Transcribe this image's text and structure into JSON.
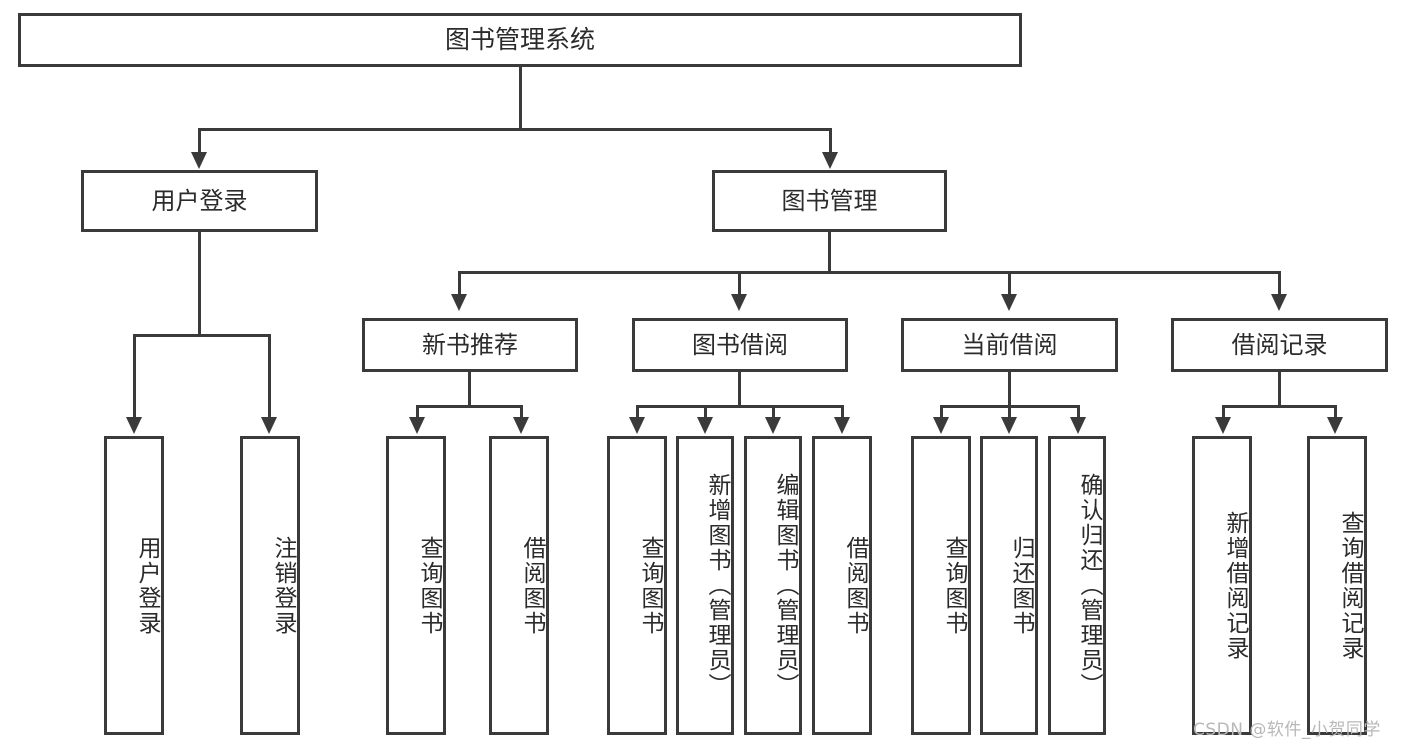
{
  "diagram": {
    "title": "图书管理系统",
    "type": "tree-hierarchy",
    "watermark": "CSDN @软件_小贺同学",
    "colors": {
      "line": "#3a3a3a",
      "box_fill": "#ffffff",
      "text": "#2b2b2b",
      "watermark": "#b8b8b8"
    }
  },
  "nodes": {
    "root": {
      "label": "图书管理系统"
    },
    "level2": [
      {
        "label": "用户登录"
      },
      {
        "label": "图书管理"
      }
    ],
    "level3": [
      {
        "label": "新书推荐"
      },
      {
        "label": "图书借阅"
      },
      {
        "label": "当前借阅"
      },
      {
        "label": "借阅记录"
      }
    ],
    "leaves": {
      "user_login": [
        {
          "label": "用户登录"
        },
        {
          "label": "注销登录"
        }
      ],
      "new_book": [
        {
          "label": "查询图书"
        },
        {
          "label": "借阅图书"
        }
      ],
      "book_borrow": [
        {
          "label": "查询图书"
        },
        {
          "label": "新增图书（管理员）"
        },
        {
          "label": "编辑图书（管理员）"
        },
        {
          "label": "借阅图书"
        }
      ],
      "current_borrow": [
        {
          "label": "查询图书"
        },
        {
          "label": "归还图书"
        },
        {
          "label": "确认归还（管理员）"
        }
      ],
      "borrow_record": [
        {
          "label": "新增借阅记录"
        },
        {
          "label": "查询借阅记录"
        }
      ]
    }
  }
}
